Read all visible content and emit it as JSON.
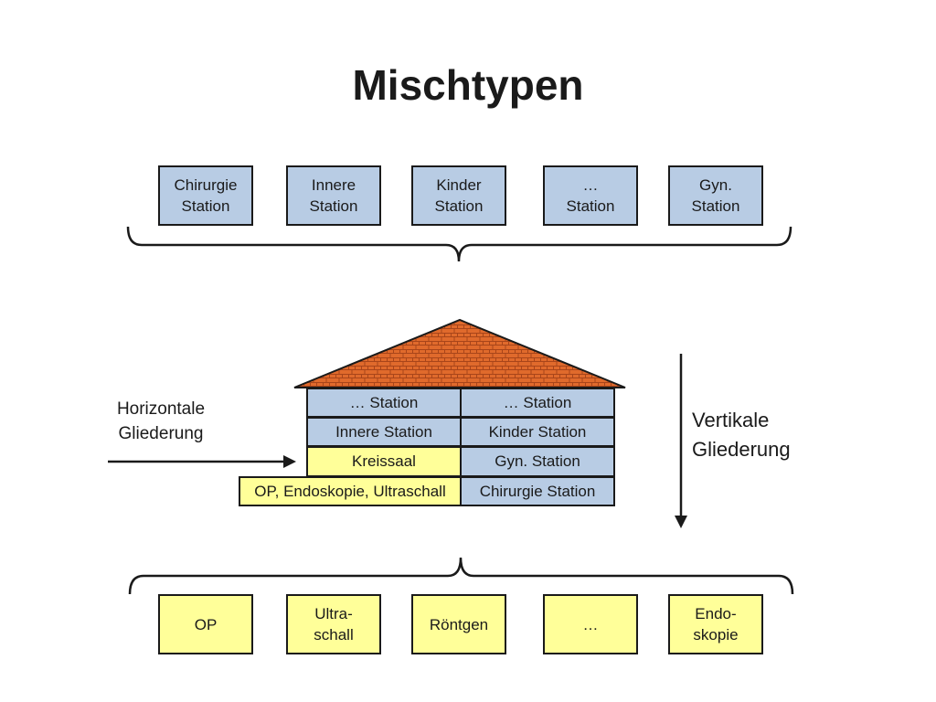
{
  "title": "Mischtypen",
  "top_boxes": [
    {
      "label": "Chirurgie\nStation",
      "color": "#b8cce4"
    },
    {
      "label": "Innere\nStation",
      "color": "#b8cce4"
    },
    {
      "label": "Kinder\nStation",
      "color": "#b8cce4"
    },
    {
      "label": "…\nStation",
      "color": "#b8cce4"
    },
    {
      "label": "Gyn.\nStation",
      "color": "#b8cce4"
    }
  ],
  "house": {
    "roof_color": "#e06a2c",
    "rows": [
      {
        "left": "…  Station",
        "right": "…  Station"
      },
      {
        "left": "Innere Station",
        "right": "Kinder Station"
      },
      {
        "left": "Kreissaal",
        "right": "Gyn. Station"
      },
      {
        "left": "OP, Endoskopie, Ultraschall",
        "right": "Chirurgie Station"
      }
    ]
  },
  "horizontal_label": "Horizontale\nGliederung",
  "vertical_label": "Vertikale\nGliederung",
  "bottom_boxes": [
    {
      "label": "OP",
      "color": "#ffff99"
    },
    {
      "label": "Ultra-\nschall",
      "color": "#ffff99"
    },
    {
      "label": "Röntgen",
      "color": "#ffff99"
    },
    {
      "label": "…",
      "color": "#ffff99"
    },
    {
      "label": "Endo-\nskopie",
      "color": "#ffff99"
    }
  ]
}
